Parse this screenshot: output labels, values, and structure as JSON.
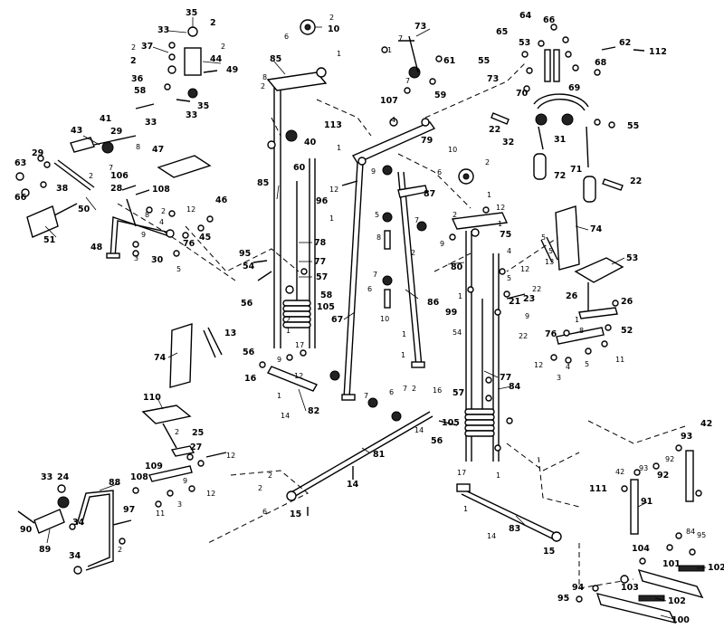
{
  "callouts": [
    {
      "id": "c-35a",
      "text": "35"
    },
    {
      "id": "c-33a",
      "text": "33"
    },
    {
      "id": "c-2a",
      "text": "2"
    },
    {
      "id": "c-37",
      "text": "37"
    },
    {
      "id": "c-2b",
      "text": "2"
    },
    {
      "id": "c-44",
      "text": "44"
    },
    {
      "id": "c-49",
      "text": "49"
    },
    {
      "id": "c-36",
      "text": "36"
    },
    {
      "id": "c-58",
      "text": "58"
    },
    {
      "id": "c-33b",
      "text": "33"
    },
    {
      "id": "c-35b",
      "text": "35"
    },
    {
      "id": "c-41",
      "text": "41"
    },
    {
      "id": "c-43",
      "text": "43"
    },
    {
      "id": "c-29a",
      "text": "29"
    },
    {
      "id": "c-33c",
      "text": "33"
    },
    {
      "id": "c-29b",
      "text": "29"
    },
    {
      "id": "c-63",
      "text": "63"
    },
    {
      "id": "c-66",
      "text": "66"
    },
    {
      "id": "c-38",
      "text": "38"
    },
    {
      "id": "c-50",
      "text": "50"
    },
    {
      "id": "c-51",
      "text": "51"
    },
    {
      "id": "c-47",
      "text": "47"
    },
    {
      "id": "c-106",
      "text": "106"
    },
    {
      "id": "c-108a",
      "text": "108"
    },
    {
      "id": "c-28",
      "text": "28"
    },
    {
      "id": "c-46",
      "text": "46"
    },
    {
      "id": "c-76",
      "text": "76"
    },
    {
      "id": "c-45",
      "text": "45"
    },
    {
      "id": "c-48",
      "text": "48"
    },
    {
      "id": "c-30",
      "text": "30"
    },
    {
      "id": "c-10a",
      "text": "10"
    },
    {
      "id": "c-85a",
      "text": "85"
    },
    {
      "id": "c-113",
      "text": "113"
    },
    {
      "id": "c-40",
      "text": "40"
    },
    {
      "id": "c-60a",
      "text": "60"
    },
    {
      "id": "c-96a",
      "text": "96"
    },
    {
      "id": "c-85b",
      "text": "85"
    },
    {
      "id": "c-78a",
      "text": "78"
    },
    {
      "id": "c-77a",
      "text": "77"
    },
    {
      "id": "c-57a",
      "text": "57"
    },
    {
      "id": "c-58b",
      "text": "58"
    },
    {
      "id": "c-105a",
      "text": "105"
    },
    {
      "id": "c-95",
      "text": "95"
    },
    {
      "id": "c-54a",
      "text": "54"
    },
    {
      "id": "c-56a",
      "text": "56"
    },
    {
      "id": "c-56b",
      "text": "56"
    },
    {
      "id": "c-74a",
      "text": "74"
    },
    {
      "id": "c-13a",
      "text": "13"
    },
    {
      "id": "c-16a",
      "text": "16"
    },
    {
      "id": "c-82",
      "text": "82"
    },
    {
      "id": "c-110",
      "text": "110"
    },
    {
      "id": "c-25",
      "text": "25"
    },
    {
      "id": "c-27a",
      "text": "27"
    },
    {
      "id": "c-109",
      "text": "109"
    },
    {
      "id": "c-108b",
      "text": "108"
    },
    {
      "id": "c-88",
      "text": "88"
    },
    {
      "id": "c-33d",
      "text": "33"
    },
    {
      "id": "c-24",
      "text": "24"
    },
    {
      "id": "c-90",
      "text": "90"
    },
    {
      "id": "c-89",
      "text": "89"
    },
    {
      "id": "c-34a",
      "text": "34"
    },
    {
      "id": "c-34b",
      "text": "34"
    },
    {
      "id": "c-97",
      "text": "97"
    },
    {
      "id": "c-15a",
      "text": "15"
    },
    {
      "id": "c-81",
      "text": "81"
    },
    {
      "id": "c-14a",
      "text": "14"
    },
    {
      "id": "c-73a",
      "text": "73"
    },
    {
      "id": "c-61",
      "text": "61"
    },
    {
      "id": "c-107",
      "text": "107"
    },
    {
      "id": "c-59",
      "text": "59"
    },
    {
      "id": "c-79",
      "text": "79"
    },
    {
      "id": "c-87",
      "text": "87"
    },
    {
      "id": "c-86",
      "text": "86"
    },
    {
      "id": "c-67",
      "text": "67"
    },
    {
      "id": "c-64a",
      "text": "64"
    },
    {
      "id": "c-66b",
      "text": "66"
    },
    {
      "id": "c-65",
      "text": "65"
    },
    {
      "id": "c-53a",
      "text": "53"
    },
    {
      "id": "c-62",
      "text": "62"
    },
    {
      "id": "c-112",
      "text": "112"
    },
    {
      "id": "c-55a",
      "text": "55"
    },
    {
      "id": "c-73b",
      "text": "73"
    },
    {
      "id": "c-68",
      "text": "68"
    },
    {
      "id": "c-69",
      "text": "69"
    },
    {
      "id": "c-70",
      "text": "70"
    },
    {
      "id": "c-55b",
      "text": "55"
    },
    {
      "id": "c-22a",
      "text": "22"
    },
    {
      "id": "c-32",
      "text": "32"
    },
    {
      "id": "c-31a",
      "text": "31"
    },
    {
      "id": "c-71",
      "text": "71"
    },
    {
      "id": "c-72",
      "text": "72"
    },
    {
      "id": "c-22b",
      "text": "22"
    },
    {
      "id": "c-74b",
      "text": "74"
    },
    {
      "id": "c-75",
      "text": "75"
    },
    {
      "id": "c-80",
      "text": "80"
    },
    {
      "id": "c-53b",
      "text": "53"
    },
    {
      "id": "c-26a",
      "text": "26"
    },
    {
      "id": "c-26b",
      "text": "26"
    },
    {
      "id": "c-52a",
      "text": "52"
    },
    {
      "id": "c-99",
      "text": "99"
    },
    {
      "id": "c-76b",
      "text": "76"
    },
    {
      "id": "c-21",
      "text": "21"
    },
    {
      "id": "c-23",
      "text": "23"
    },
    {
      "id": "c-77b",
      "text": "77"
    },
    {
      "id": "c-57b",
      "text": "57"
    },
    {
      "id": "c-84",
      "text": "84"
    },
    {
      "id": "c-105b",
      "text": "105"
    },
    {
      "id": "c-56c",
      "text": "56"
    },
    {
      "id": "c-83",
      "text": "83"
    },
    {
      "id": "c-15b",
      "text": "15"
    },
    {
      "id": "c-93",
      "text": "93"
    },
    {
      "id": "c-42",
      "text": "42"
    },
    {
      "id": "c-111",
      "text": "111"
    },
    {
      "id": "c-91",
      "text": "91"
    },
    {
      "id": "c-104",
      "text": "104"
    },
    {
      "id": "c-101",
      "text": "101"
    },
    {
      "id": "c-102a",
      "text": "102"
    },
    {
      "id": "c-103",
      "text": "103"
    },
    {
      "id": "c-102b",
      "text": "102"
    },
    {
      "id": "c-100",
      "text": "100"
    },
    {
      "id": "c-94",
      "text": "94"
    },
    {
      "id": "c-95b",
      "text": "95"
    },
    {
      "id": "c-92",
      "text": "92"
    }
  ]
}
